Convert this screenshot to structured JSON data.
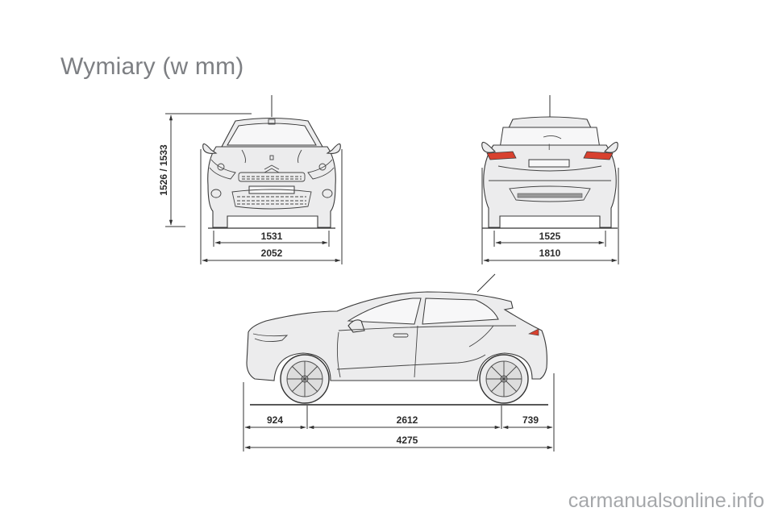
{
  "page": {
    "title": "Wymiary (w mm)",
    "footer": "carmanualsonline.info"
  },
  "front_view": {
    "height": "1526 / 1533",
    "track": "1531",
    "width_with_mirrors": "2052"
  },
  "rear_view": {
    "track": "1525",
    "width": "1810"
  },
  "side_view": {
    "front_overhang": "924",
    "wheelbase": "2612",
    "rear_overhang": "739",
    "length": "4275"
  },
  "colors": {
    "title": "#7d7f83",
    "car_fill": "#ececed",
    "outline": "#3a3a3a",
    "tail_light": "#d8412f"
  }
}
